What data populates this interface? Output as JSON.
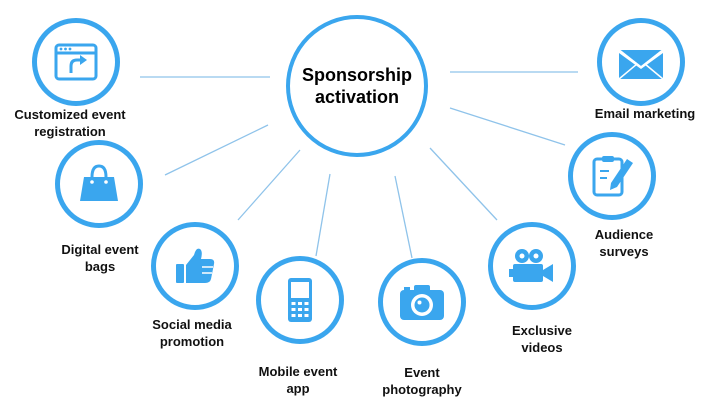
{
  "center": {
    "line1": "Sponsorship",
    "line2": "activation"
  },
  "nodes": {
    "registration": {
      "line1": "Customized event",
      "line2": "registration",
      "icon": "browser-upload-icon"
    },
    "bags": {
      "line1": "Digital event",
      "line2": "bags",
      "icon": "shopping-bag-icon"
    },
    "social": {
      "line1": "Social media",
      "line2": "promotion",
      "icon": "thumbs-up-icon"
    },
    "mobile": {
      "line1": "Mobile event",
      "line2": "app",
      "icon": "mobile-phone-icon"
    },
    "photo": {
      "line1": "Event",
      "line2": "photography",
      "icon": "camera-icon"
    },
    "videos": {
      "line1": "Exclusive",
      "line2": "videos",
      "icon": "video-camera-icon"
    },
    "surveys": {
      "line1": "Audience",
      "line2": "surveys",
      "icon": "clipboard-pencil-icon"
    },
    "email": {
      "line1": "Email marketing",
      "line2": "",
      "icon": "envelope-icon"
    }
  },
  "colors": {
    "accent": "#3aa6ee",
    "connector": "#8fc3ea",
    "text": "#111111"
  }
}
